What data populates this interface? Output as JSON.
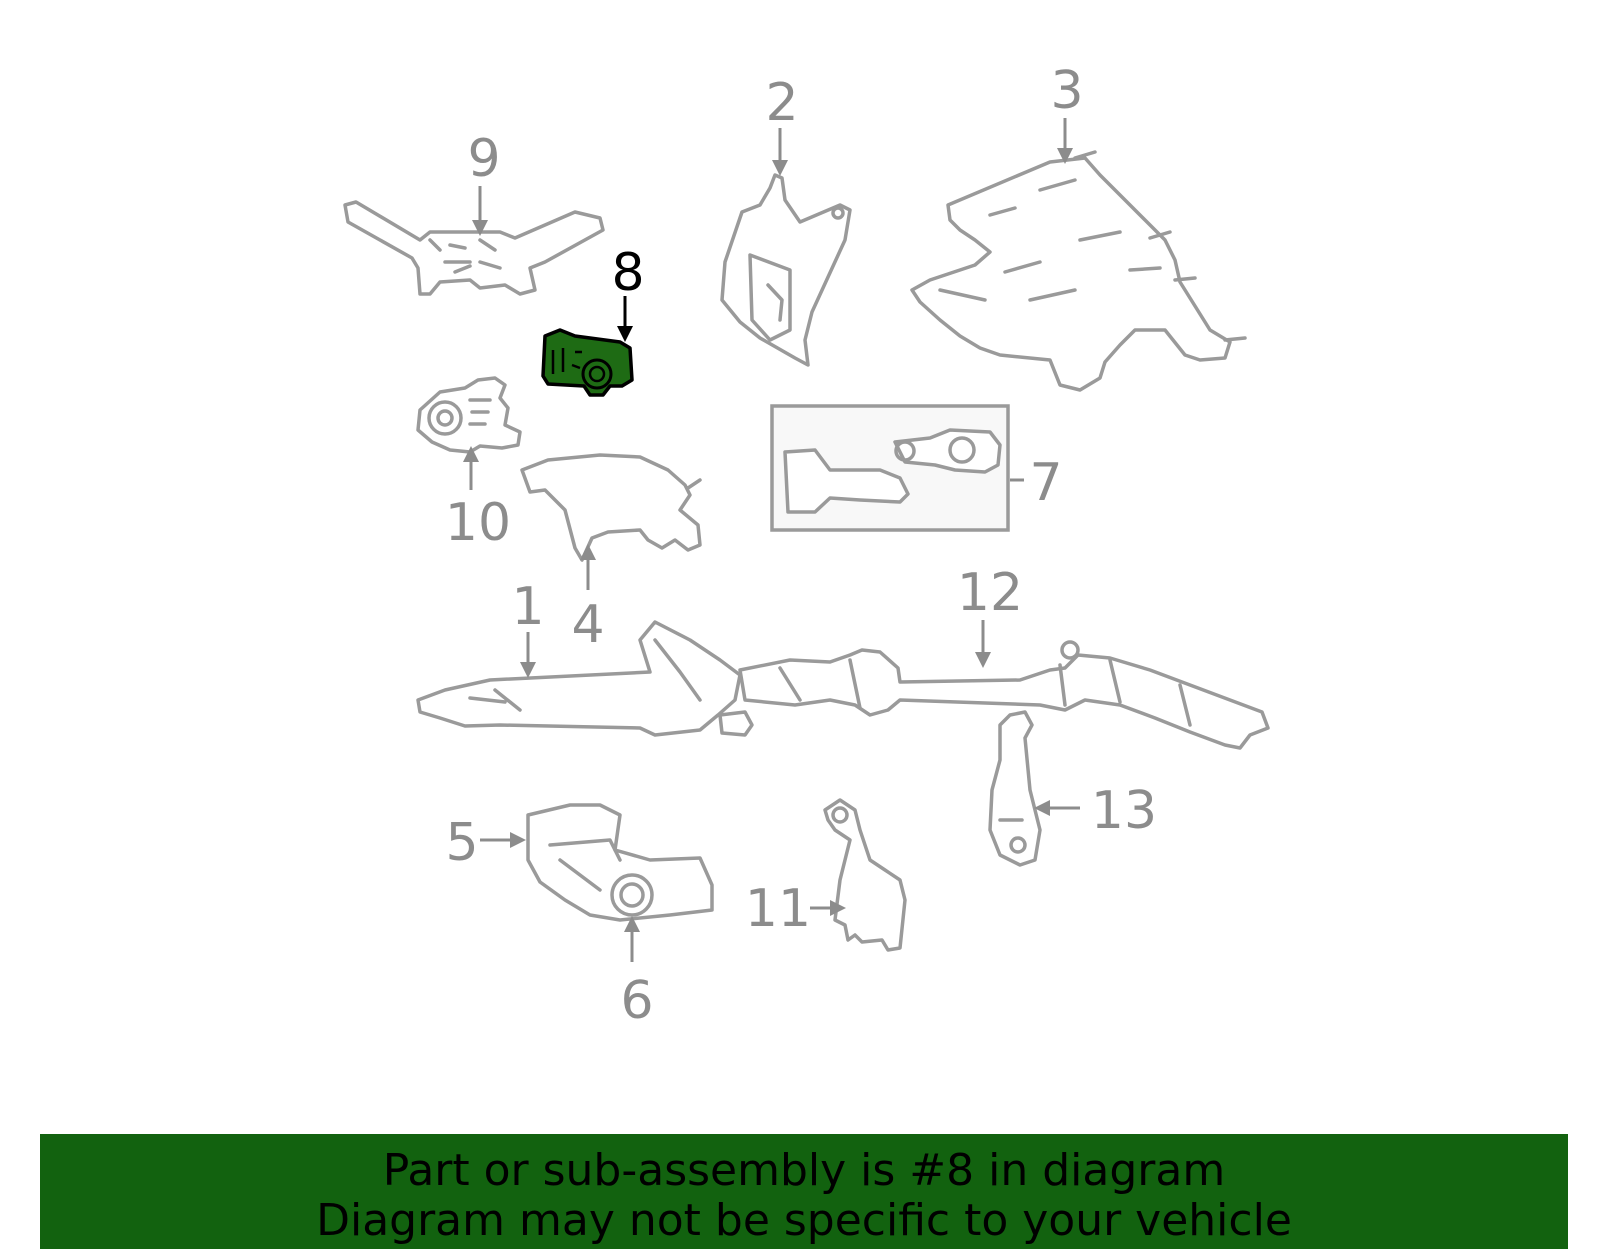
{
  "callouts": {
    "c1": "1",
    "c2": "2",
    "c3": "3",
    "c4": "4",
    "c5": "5",
    "c6": "6",
    "c7": "7",
    "c8": "8",
    "c9": "9",
    "c10": "10",
    "c11": "11",
    "c12": "12",
    "c13": "13"
  },
  "highlight": {
    "callout": "8",
    "color": "#1e6b14"
  },
  "banner": {
    "line1": "Part or sub-assembly is #8 in diagram",
    "line2": "Diagram may not be specific to your vehicle",
    "background": "#12620f"
  }
}
